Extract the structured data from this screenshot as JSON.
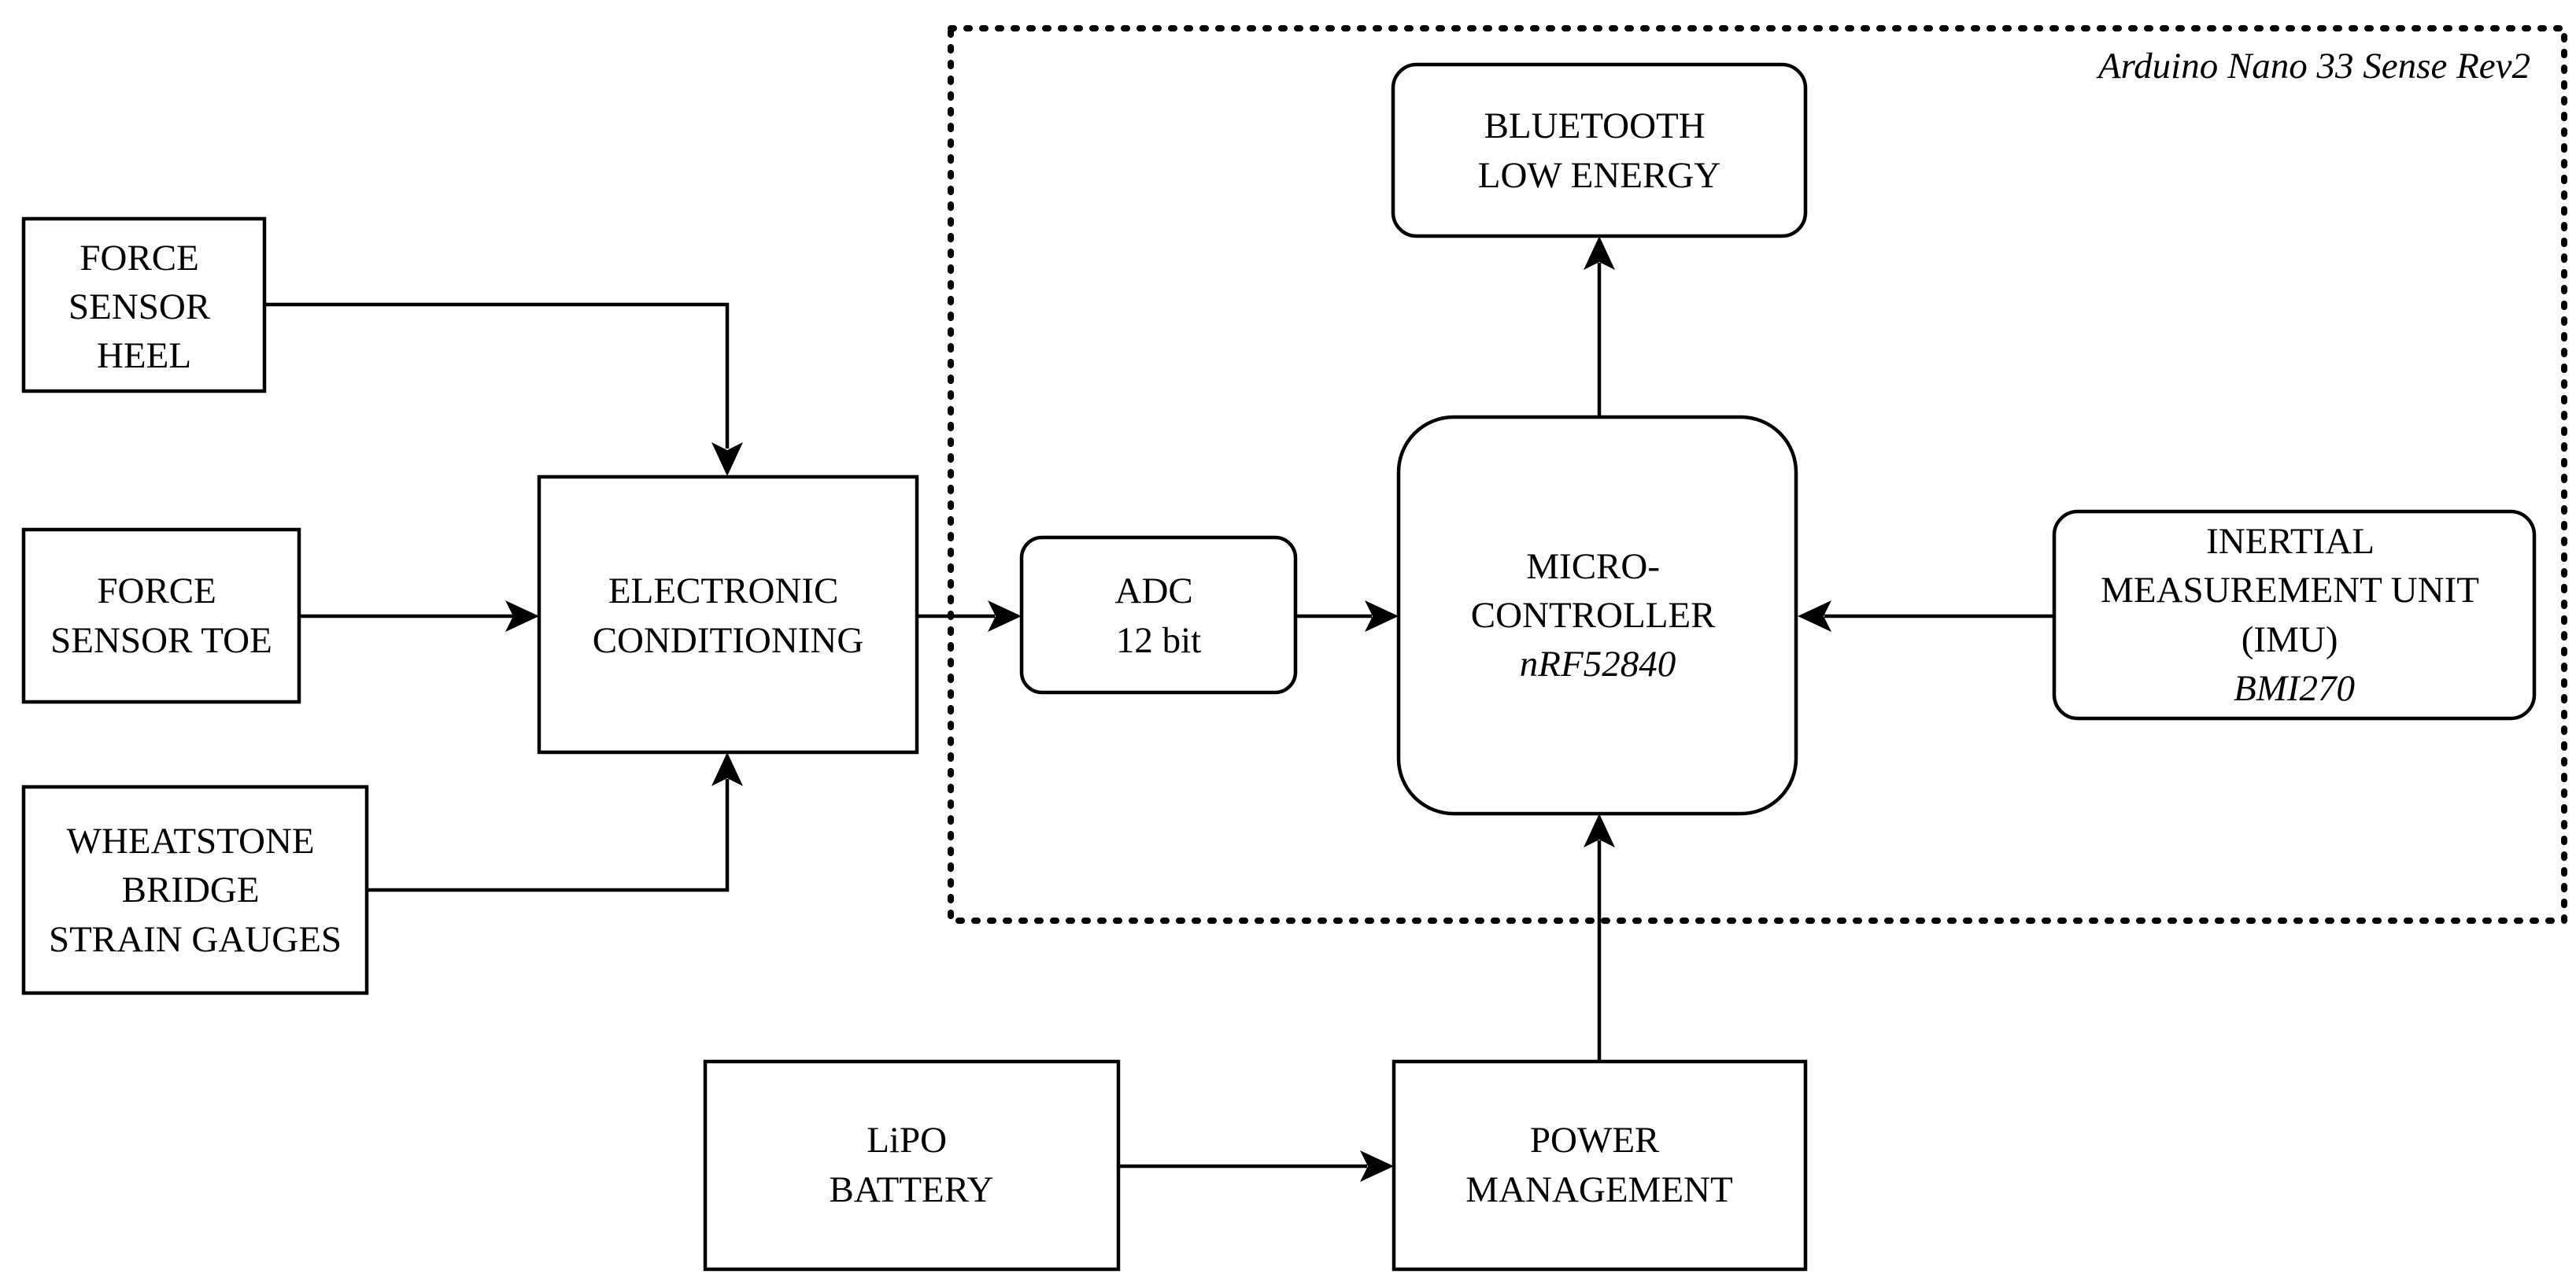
{
  "diagram": {
    "board_label": "Arduino Nano 33 Sense Rev2",
    "blocks": {
      "force_heel": {
        "lines": [
          "FORCE",
          "SENSOR",
          "HEEL"
        ]
      },
      "force_toe": {
        "lines": [
          "FORCE",
          "SENSOR TOE"
        ]
      },
      "wheatstone": {
        "lines": [
          "WHEATSTONE",
          "BRIDGE",
          "STRAIN GAUGES"
        ]
      },
      "conditioning": {
        "lines": [
          "ELECTRONIC",
          "CONDITIONING"
        ]
      },
      "adc": {
        "lines": [
          "ADC",
          "12 bit"
        ]
      },
      "mcu": {
        "lines": [
          "MICRO-",
          "CONTROLLER"
        ],
        "part": "nRF52840"
      },
      "ble": {
        "lines": [
          "BLUETOOTH",
          "LOW ENERGY"
        ]
      },
      "imu": {
        "lines": [
          "INERTIAL",
          "MEASUREMENT UNIT",
          "(IMU)"
        ],
        "part": "BMI270"
      },
      "battery": {
        "lines": [
          "LiPO",
          "BATTERY"
        ]
      },
      "power": {
        "lines": [
          "POWER",
          "MANAGEMENT"
        ]
      }
    },
    "connections": [
      {
        "from": "FORCE SENSOR HEEL",
        "to": "ELECTRONIC CONDITIONING"
      },
      {
        "from": "FORCE SENSOR TOE",
        "to": "ELECTRONIC CONDITIONING"
      },
      {
        "from": "WHEATSTONE BRIDGE STRAIN GAUGES",
        "to": "ELECTRONIC CONDITIONING"
      },
      {
        "from": "ELECTRONIC CONDITIONING",
        "to": "ADC"
      },
      {
        "from": "ADC",
        "to": "MICRO-CONTROLLER"
      },
      {
        "from": "MICRO-CONTROLLER",
        "to": "BLUETOOTH LOW ENERGY"
      },
      {
        "from": "INERTIAL MEASUREMENT UNIT (IMU)",
        "to": "MICRO-CONTROLLER"
      },
      {
        "from": "POWER MANAGEMENT",
        "to": "MICRO-CONTROLLER"
      },
      {
        "from": "LiPO BATTERY",
        "to": "POWER MANAGEMENT"
      }
    ]
  }
}
